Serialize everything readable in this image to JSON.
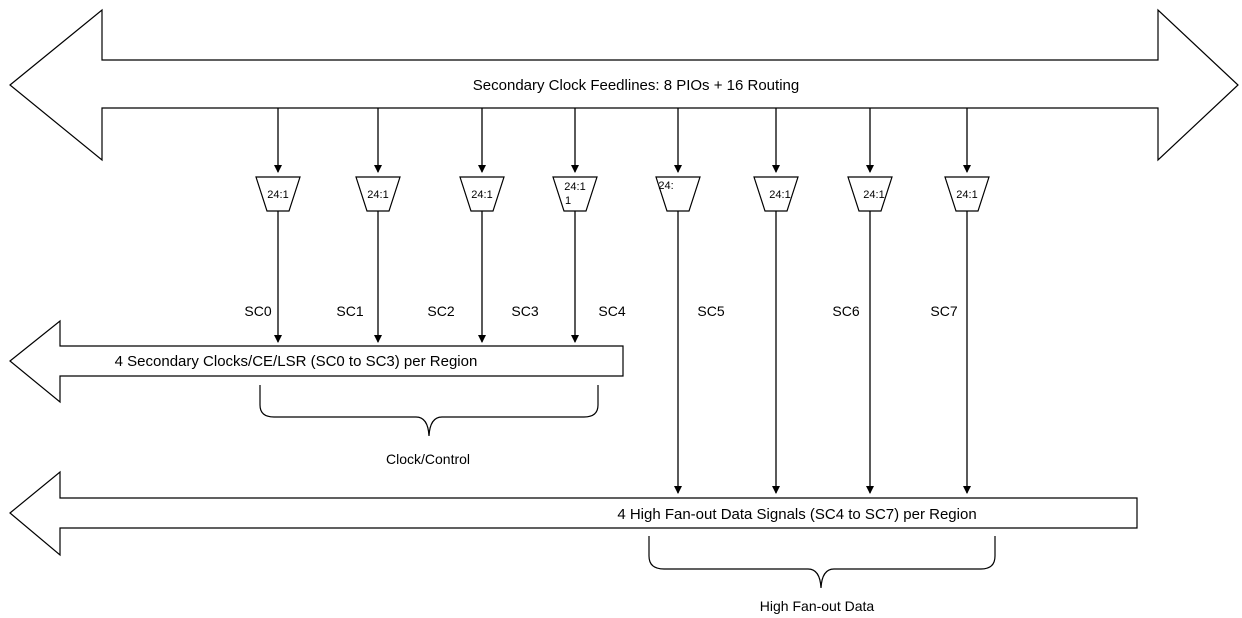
{
  "top_bus": {
    "label": "Secondary Clock Feedlines:  8 PIOs + 16 Routing"
  },
  "muxes": [
    {
      "label": "24:1"
    },
    {
      "label": "24:1"
    },
    {
      "label": "24:1"
    },
    {
      "label": "24:1",
      "extra": "1"
    },
    {
      "label": "24:"
    },
    {
      "label": "24:1"
    },
    {
      "label": "24:1"
    },
    {
      "label": "24:1"
    }
  ],
  "signals": [
    "SC0",
    "SC1",
    "SC2",
    "SC3",
    "SC4",
    "SC5",
    "SC6",
    "SC7"
  ],
  "clock_bus": {
    "label": "4 Secondary Clocks/CE/LSR (SC0 to SC3) per Region"
  },
  "data_bus": {
    "label": "4 High Fan-out Data Signals (SC4 to SC7) per Region"
  },
  "braces": {
    "clock_control": "Clock/Control",
    "high_fanout": "High Fan-out Data"
  }
}
